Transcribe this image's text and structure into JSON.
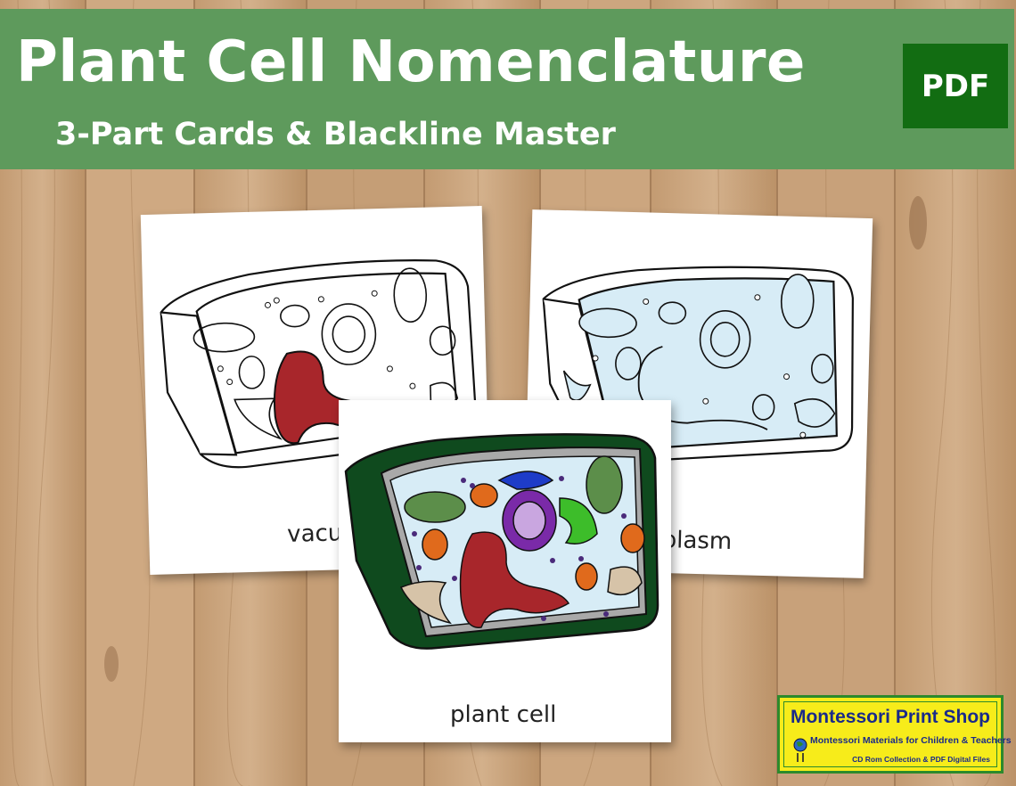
{
  "banner": {
    "title": "Plant Cell Nomenclature",
    "subtitle": "3-Part Cards & Blackline Master",
    "badge": "PDF"
  },
  "cards": [
    {
      "label": "vacu",
      "style": "blackline"
    },
    {
      "label": "plasm",
      "style": "light-blue"
    },
    {
      "label": "plant cell",
      "style": "color"
    }
  ],
  "logo": {
    "name": "Montessori Print Shop",
    "tagline": "Montessori Materials for Children & Teachers",
    "subline": "CD Rom Collection & PDF Digital Files"
  },
  "colors": {
    "banner": "#5e9a5c",
    "badge": "#126d12",
    "wood": "#c9a27a",
    "cytoplasm": "#d7ecf6",
    "wall": "#0f4a1e",
    "nucleus": "#7a2aa8",
    "vacuole": "#a8262b",
    "chloroplast": "#5c8e4a",
    "mitochondria": "#e06a1c",
    "golgi": "#3dbd2a",
    "er": "#1e3cc8",
    "logo_bg": "#f7ec1a"
  }
}
